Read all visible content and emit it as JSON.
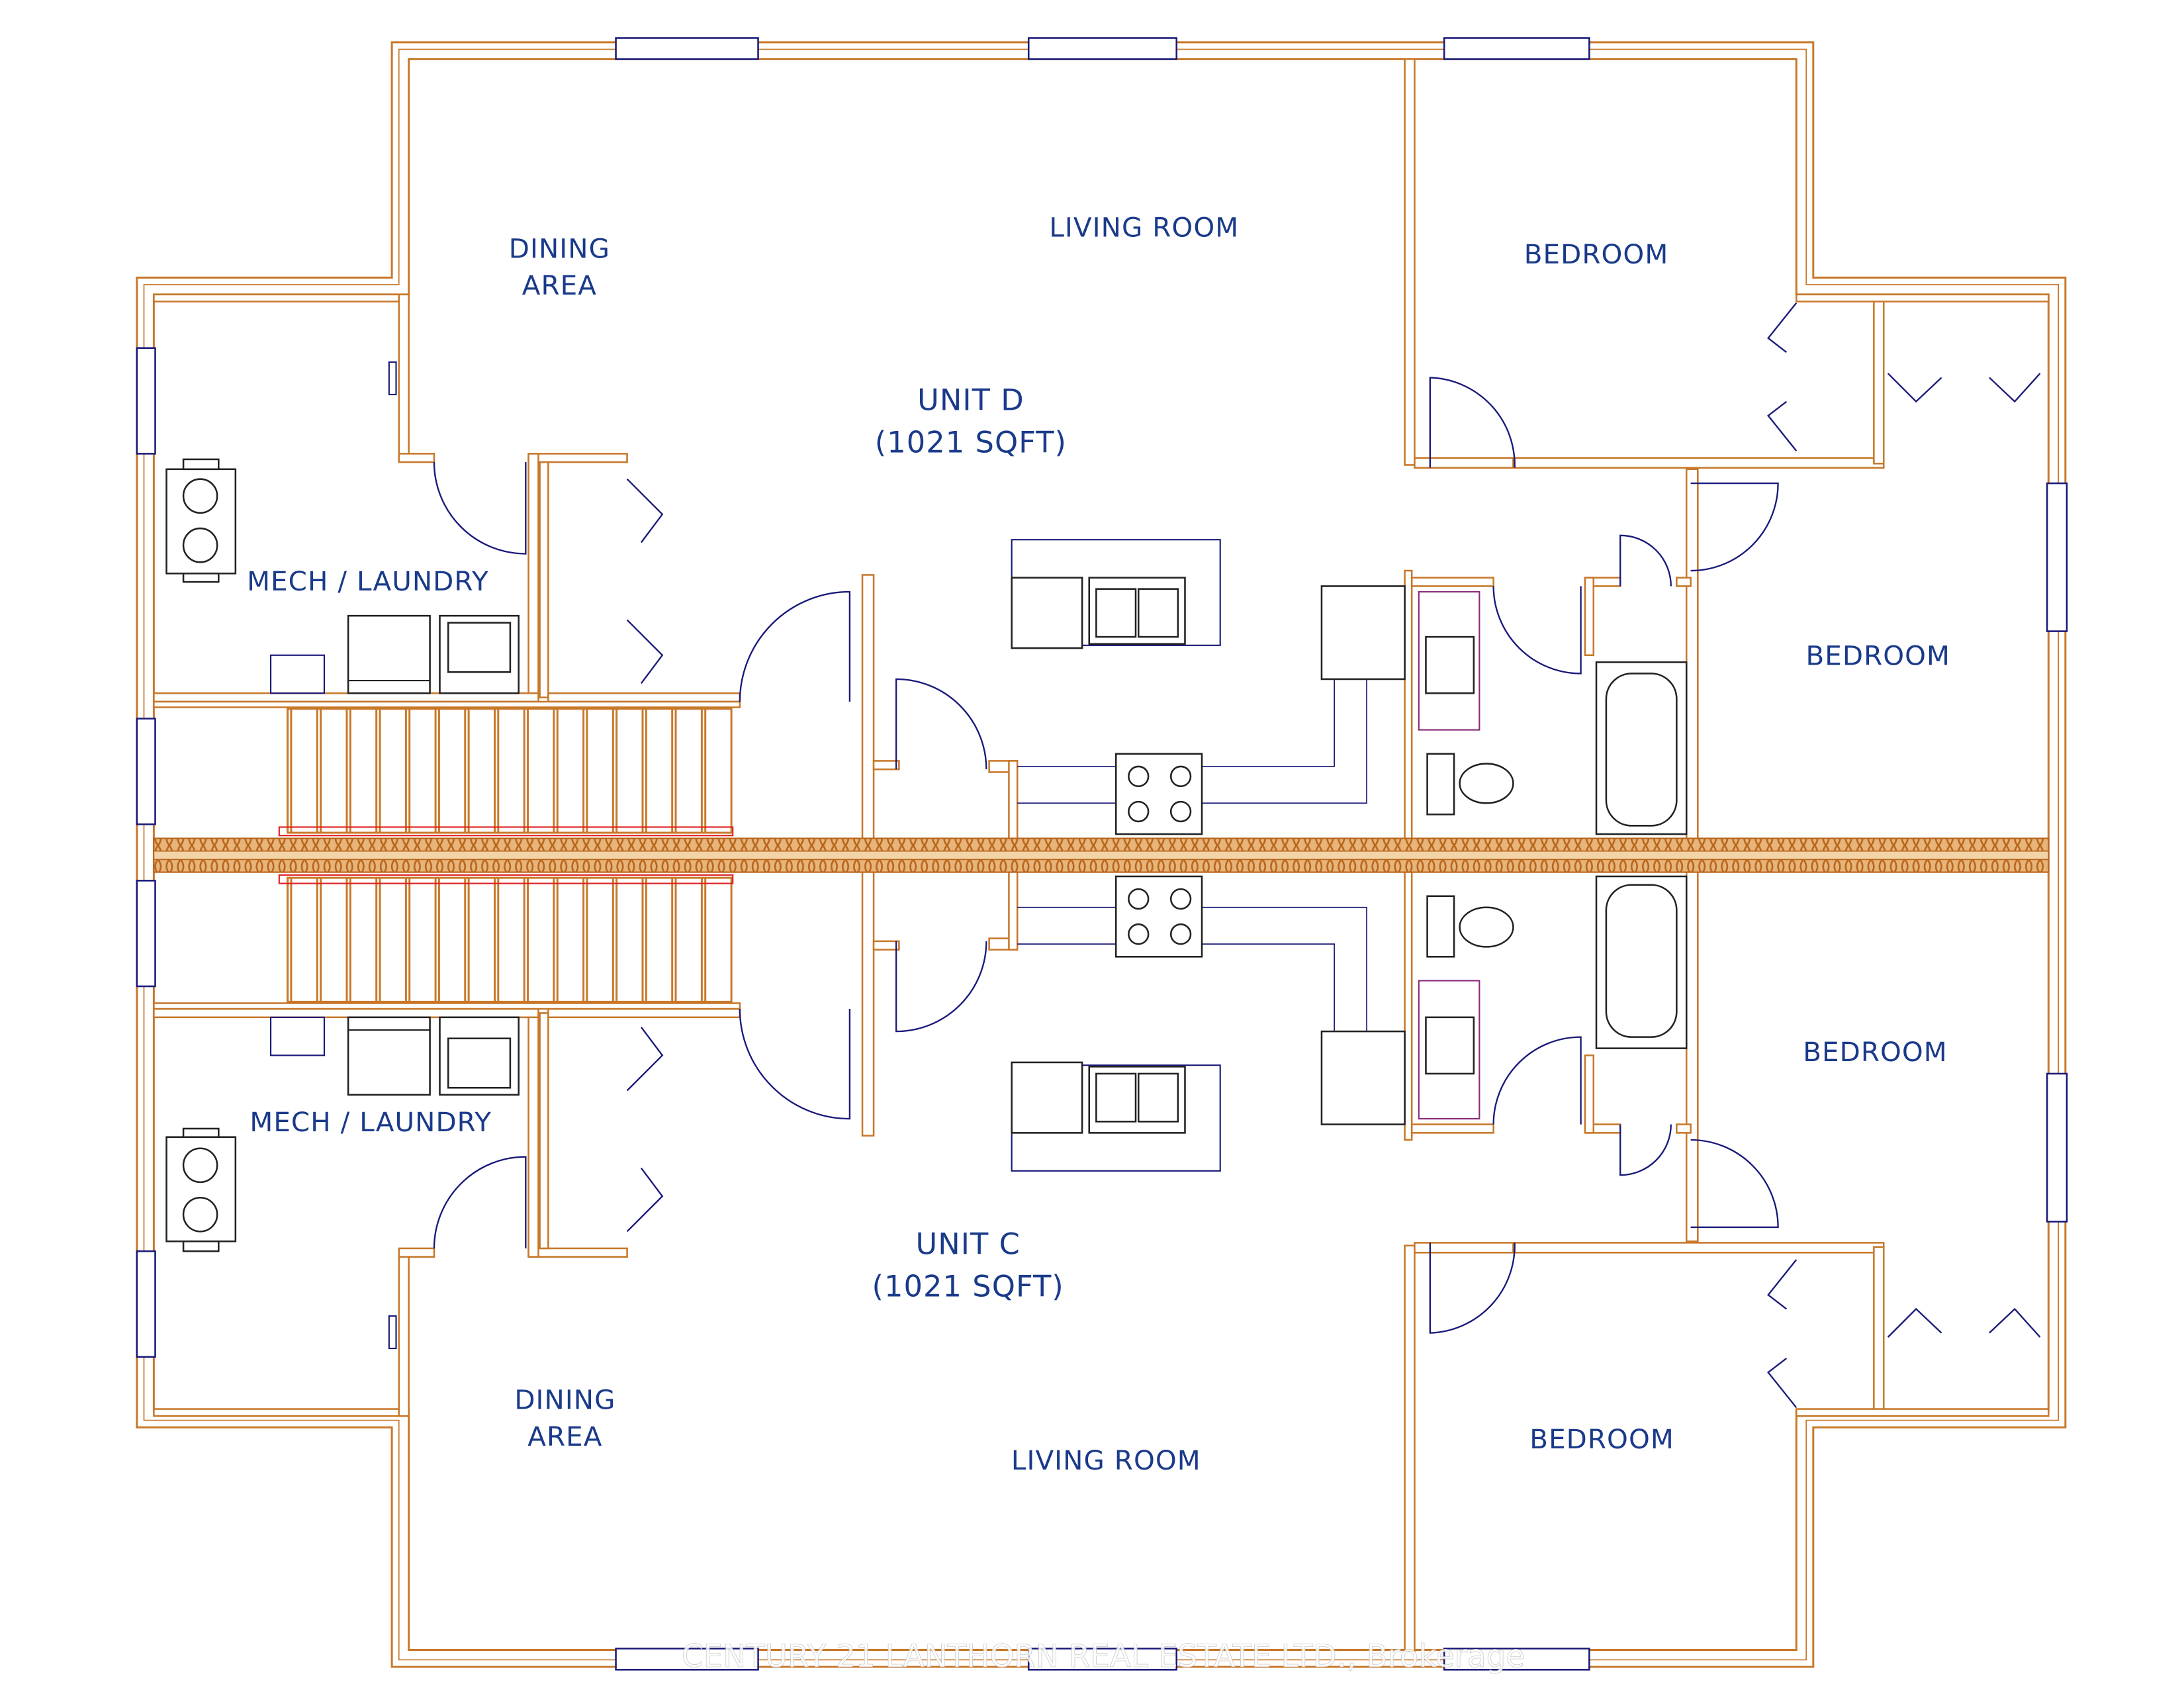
{
  "plan": {
    "unit_d": {
      "name": "UNIT D",
      "area": "(1021 SQFT)",
      "rooms": {
        "dining_line1": "DINING",
        "dining_line2": "AREA",
        "living": "LIVING ROOM",
        "bedroom_1": "BEDROOM",
        "bedroom_2": "BEDROOM",
        "mech": "MECH / LAUNDRY"
      }
    },
    "unit_c": {
      "name": "UNIT C",
      "area": "(1021 SQFT)",
      "rooms": {
        "dining_line1": "DINING",
        "dining_line2": "AREA",
        "living": "LIVING ROOM",
        "bedroom_1": "BEDROOM",
        "bedroom_2": "BEDROOM",
        "mech": "MECH / LAUNDRY"
      }
    },
    "colors": {
      "wall": "#c8782a",
      "label": "#1a3a8a",
      "window": "#1a1a7a"
    }
  },
  "watermark": "CENTURY 21 LANTHORN REAL ESTATE LTD., Brokerage"
}
